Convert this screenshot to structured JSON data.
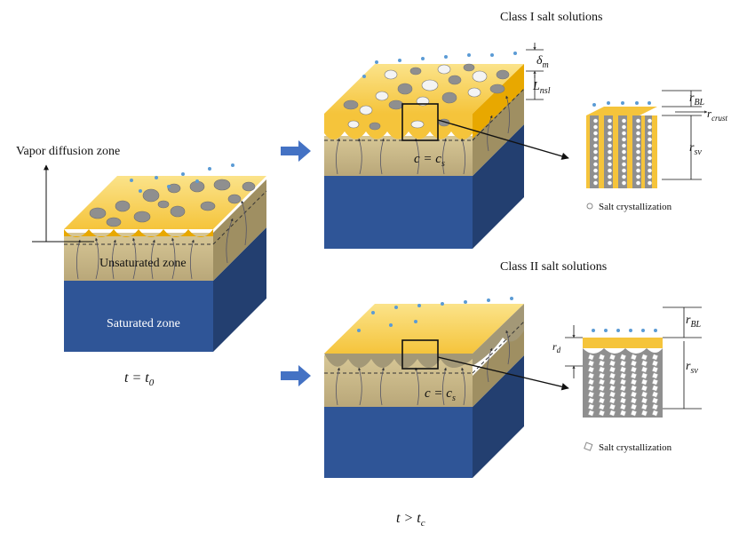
{
  "labels": {
    "vapor_zone": "Vapor diffusion zone",
    "unsaturated_zone": "Unsaturated zone",
    "saturated_zone": "Saturated zone",
    "class1": "Class I salt solutions",
    "class2": "Class II salt solutions",
    "salt_cryst": "Salt crystallization"
  },
  "time": {
    "t0_base": "t = t",
    "t0_sub": "0",
    "tc_base": "t > t",
    "tc_sub": "c"
  },
  "eq": {
    "lhs": "c = c",
    "sub": "s"
  },
  "symbols": {
    "delta": "δ",
    "delta_sub": "m",
    "L": "L",
    "L_sub": "nsl",
    "r": "r",
    "BL": "BL",
    "crust": "crust",
    "sv": "sv",
    "d": "d"
  },
  "colors": {
    "sand": "#f7d060",
    "sand_dark": "#e8a800",
    "unsat": "#c9b88a",
    "sat": "#2f5597",
    "sat_side": "#233f70",
    "arrow": "#4472c4"
  }
}
